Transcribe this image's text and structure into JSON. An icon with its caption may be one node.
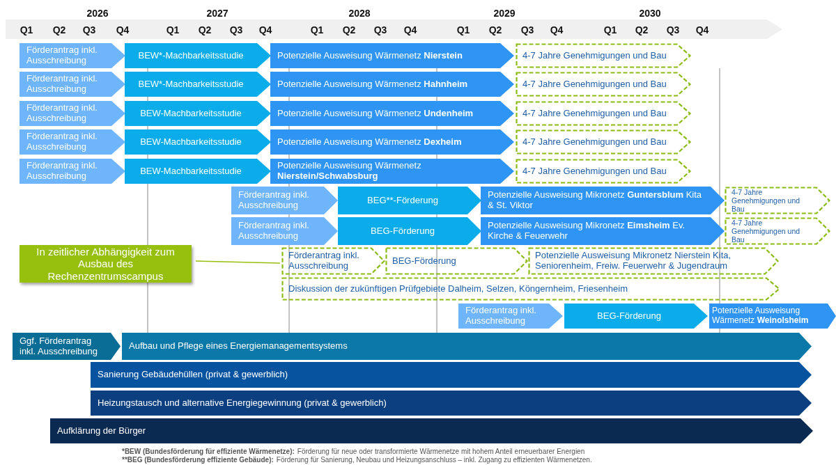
{
  "diagram": {
    "nodes": [
      {
        "text": [
          "Förderantrag inkl. Ausschreibung"
        ]
      },
      {
        "text": [
          "BEW*-Machbarkeitsstudie"
        ]
      },
      {
        "text": [
          "Potenzielle Ausweisung Wärmenetz **Nierstein**"
        ]
      },
      {
        "text": [
          "4-7 Jahre Genehmigungen und Bau"
        ]
      },
      {
        "text": [
          "Förderantrag inkl. Ausschreibung"
        ]
      },
      {
        "text": [
          "BEW*-Machbarkeitsstudie"
        ]
      },
      {
        "text": [
          "Potenzielle Ausweisung Wärmenetz **Hahnheim**"
        ]
      },
      {
        "text": [
          "4-7 Jahre Genehmigungen und Bau"
        ]
      },
      {
        "text": [
          "Förderantrag inkl. Ausschreibung"
        ]
      },
      {
        "text": [
          "BEW-Machbarkeitsstudie"
        ]
      },
      {
        "text": [
          "Potenzielle Ausweisung Wärmenetz **Undenheim**"
        ]
      },
      {
        "text": [
          "4-7 Jahre Genehmigungen und Bau"
        ]
      },
      {
        "text": [
          "Förderantrag inkl. Ausschreibung"
        ]
      },
      {
        "text": [
          "BEW-Machbarkeitsstudie"
        ]
      },
      {
        "text": [
          "Potenzielle Ausweisung Wärmenetz **Dexheim**"
        ]
      },
      {
        "text": [
          "4-7 Jahre Genehmigungen und Bau"
        ]
      },
      {
        "text": [
          "Förderantrag inkl. Ausschreibung"
        ]
      },
      {
        "text": [
          "BEW-Machbarkeitsstudie"
        ]
      },
      {
        "text": [
          "Potenzielle Ausweisung Wärmenetz **Nierstein/Schwabsburg**"
        ]
      },
      {
        "text": [
          "4-7 Jahre Genehmigungen und Bau"
        ]
      },
      {
        "text": [
          "Förderantrag inkl. Ausschreibung"
        ]
      },
      {
        "text": [
          "BEG**-Förderung"
        ]
      },
      {
        "text": [
          "Potenzielle Ausweisung Mikronetz **Guntersblum** Kita & St. Viktor"
        ]
      },
      {
        "text": [
          "4-7 Jahre Genehmigungen und Bau"
        ]
      },
      {
        "text": [
          "Förderantrag inkl. Ausschreibung"
        ]
      },
      {
        "text": [
          "BEG-Förderung"
        ]
      },
      {
        "text": [
          "Potenzielle Ausweisung Mikronetz **Eimsheim** Ev. Kirche & Feuerwehr"
        ]
      },
      {
        "text": [
          "4-7 Jahre Genehmigungen und Bau"
        ]
      },
      {
        "text": [
          "In zeitlicher Abhängigkeit zum Ausbau des Rechenzentrumscampus"
        ]
      },
      {
        "text": [
          "Förderantrag inkl. Ausschreibung"
        ]
      },
      {
        "text": [
          "BEG-Förderung"
        ]
      },
      {
        "text": [
          "Potenzielle Ausweisung Mikronetz Nierstein Kita, Seniorenheim, Freiw. Feuerwehr & Jugendraum"
        ]
      },
      {
        "text": [
          "Diskussion der zukünftigen Prüfgebiete Dalheim, Selzen, Köngernheim, Friesenheim"
        ]
      },
      {
        "text": [
          "Förderantrag inkl. Ausschreibung"
        ]
      },
      {
        "text": [
          "BEG-Förderung"
        ]
      },
      {
        "text": [
          "Potenzielle Ausweisung Wärmenetz **Weinolsheim**"
        ]
      },
      {
        "text": [
          "Ggf. Förderantrag inkl. Ausschreibung"
        ]
      },
      {
        "text": [
          "Aufbau und Pflege eines Energiemanagementsystems"
        ]
      },
      {
        "text": [
          "Sanierung Gebäudehüllen (privat & gewerblich)"
        ]
      },
      {
        "text": [
          "Heizungstausch und alternative Energiegewinnung (privat & gewerblich)"
        ]
      },
      {
        "text": [
          "Aufklärung der Bürger"
        ]
      }
    ],
    "edges": [
      {
        "from": 28,
        "to": 29,
        "arrow": "none",
        "color": "#97bf0d"
      }
    ],
    "labels": [
      "2026",
      "2027",
      "2028",
      "2029",
      "2030",
      "Q1",
      "Q2",
      "Q3",
      "Q4",
      "Q1",
      "Q2",
      "Q3",
      "Q4",
      "Q1",
      "Q2",
      "Q3",
      "Q4",
      "Q1",
      "Q2",
      "Q3",
      "Q4",
      "Q1",
      "Q2",
      "Q3",
      "Q4",
      "*BEW (Bundesförderung für effiziente Wärmenetze):",
      "Förderung für neue oder transformierte Wärmenetze mit hohem Anteil erneuerbarer Energien",
      "**BEG (Bundesförderung effiziente Gebäude):",
      "Förderung für Sanierung, Neubau und Heizungsanschluss – inkl. Zugang zu effizienten Wärmenetzen."
    ]
  }
}
